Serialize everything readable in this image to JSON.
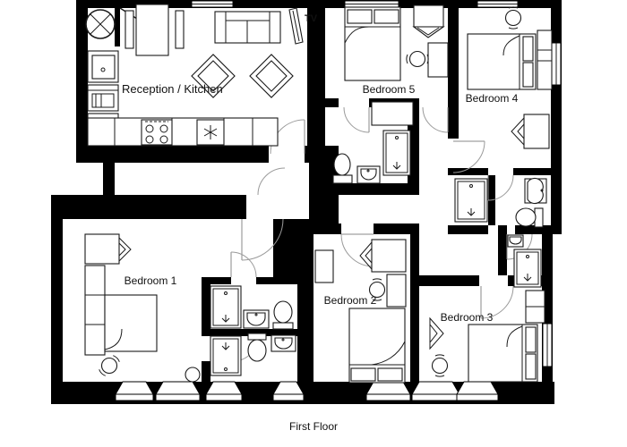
{
  "title": "First Floor",
  "labels": {
    "reception": "Reception / Kitchen",
    "bedroom1": "Bedroom 1",
    "bedroom2": "Bedroom 2",
    "bedroom3": "Bedroom 3",
    "bedroom4": "Bedroom 4",
    "bedroom5": "Bedroom 5",
    "tv": "TV"
  },
  "colors": {
    "wall": "#000000",
    "background": "#ffffff",
    "furniture_line": "#1a1a1a",
    "door_arc": "#9a9a9a"
  }
}
